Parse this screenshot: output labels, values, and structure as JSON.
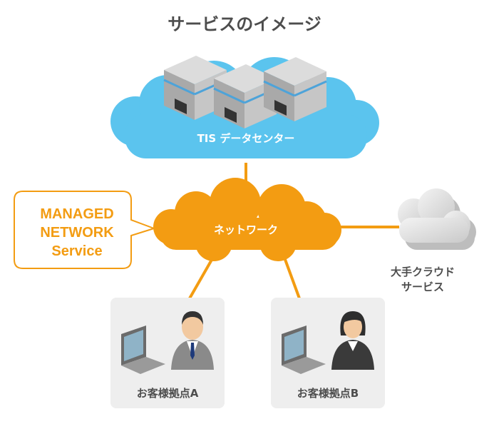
{
  "title": "サービスのイメージ",
  "data_center": {
    "label": "TIS データセンター"
  },
  "network": {
    "label": "ネットワーク"
  },
  "callout": {
    "line1": "MANAGED",
    "line2": "NETWORK",
    "line3": "Service"
  },
  "external_cloud": {
    "line1": "大手クラウド",
    "line2": "サービス"
  },
  "sites": [
    {
      "label": "お客様拠点A"
    },
    {
      "label": "お客様拠点B"
    }
  ],
  "colors": {
    "title": "#4d4d4d",
    "dc_cloud": "#5bc4ee",
    "network_cloud": "#f39c12",
    "link": "#f39c12",
    "callout_border": "#f39c12",
    "external_cloud": "#d9d9d9",
    "site_box": "#eeeeee"
  }
}
